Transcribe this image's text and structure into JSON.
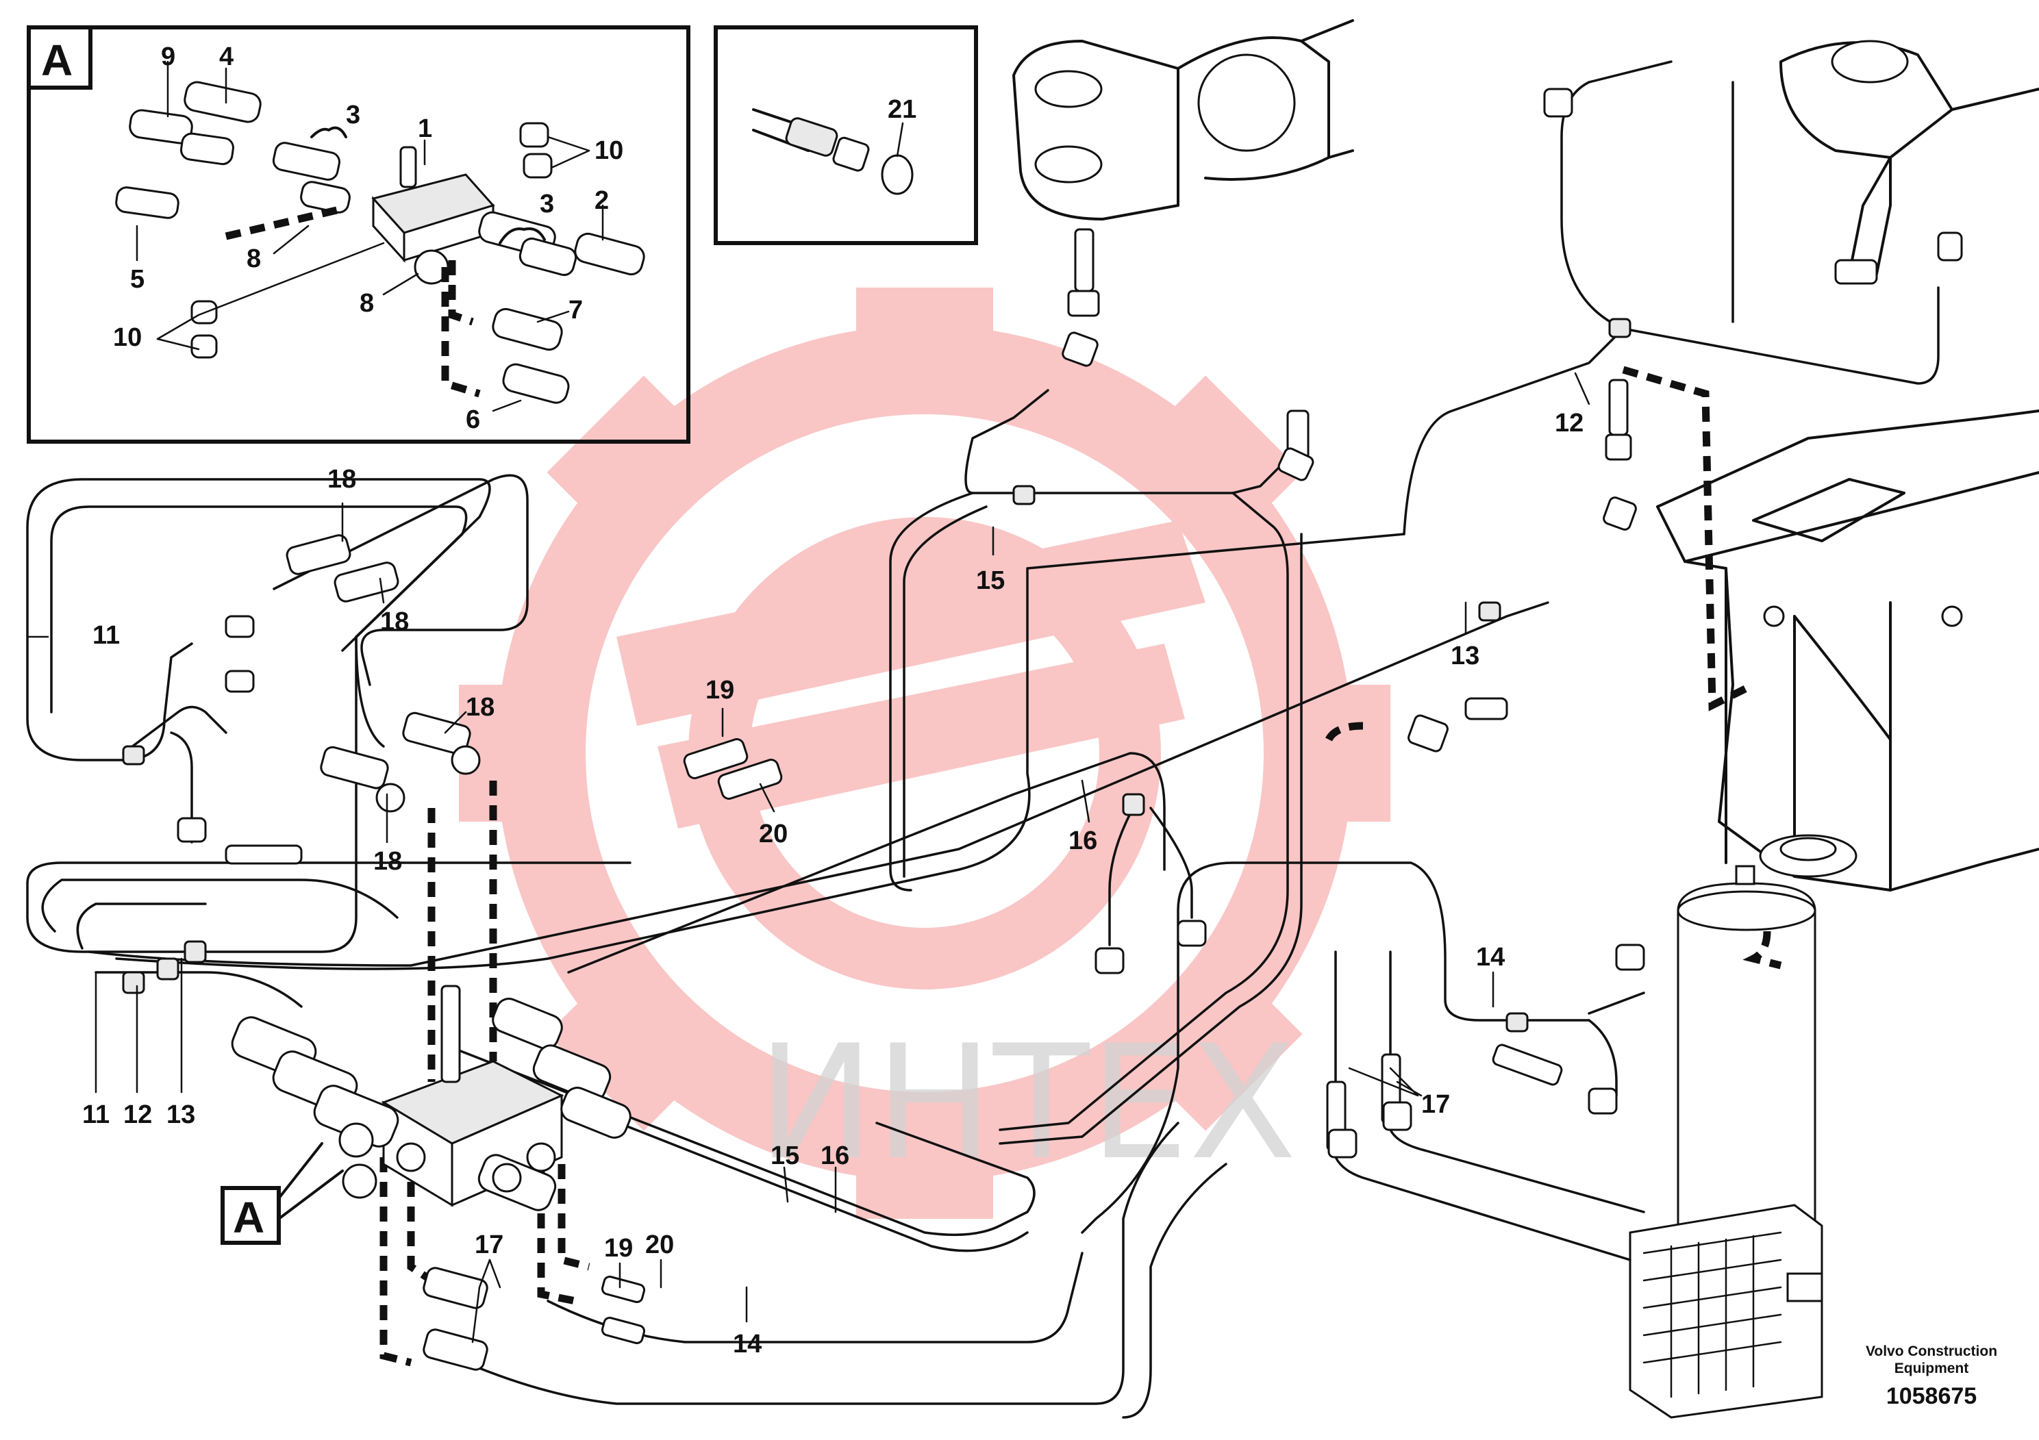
{
  "detail_box": {
    "letter": "A"
  },
  "detail_labels": [
    "9",
    "4",
    "3",
    "1",
    "10",
    "3",
    "2",
    "5",
    "8",
    "8",
    "7",
    "10",
    "6"
  ],
  "inset_21": {
    "label": "21"
  },
  "main_labels": [
    "18",
    "18",
    "11",
    "18",
    "18",
    "15",
    "12",
    "13",
    "19",
    "20",
    "16",
    "14",
    "11",
    "12",
    "13",
    "17",
    "15",
    "16",
    "19",
    "20",
    "14",
    "17"
  ],
  "callout_A": {
    "letter": "A"
  },
  "watermark": {
    "text": "ИНТЕХ",
    "color": "#e8322f"
  },
  "footer": {
    "brand_line1": "Volvo Construction",
    "brand_line2": "Equipment",
    "doc_number": "1058675"
  }
}
